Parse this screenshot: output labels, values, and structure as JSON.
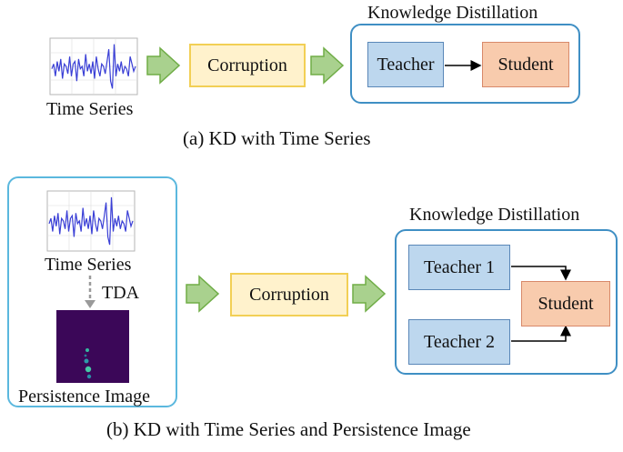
{
  "colors": {
    "arrow_fill": "#a9d18e",
    "arrow_stroke": "#70ad47",
    "corruption_fill": "#fff2cc",
    "teacher_fill": "#bdd7ee",
    "student_fill": "#f8cbad",
    "frame_border": "#3f8fc4",
    "series_line": "#3a3fd6",
    "persistence_bg": "#3b0758"
  },
  "panel_a": {
    "time_series_label": "Time Series",
    "corruption_label": "Corruption",
    "kd_title": "Knowledge Distillation",
    "teacher_label": "Teacher",
    "student_label": "Student",
    "caption": "(a) KD with Time Series"
  },
  "panel_b": {
    "time_series_label": "Time Series",
    "tda_label": "TDA",
    "persistence_label": "Persistence Image",
    "corruption_label": "Corruption",
    "kd_title": "Knowledge Distillation",
    "teacher1_label": "Teacher 1",
    "teacher2_label": "Teacher 2",
    "student_label": "Student",
    "caption": "(b) KD with Time Series and Persistence Image"
  }
}
